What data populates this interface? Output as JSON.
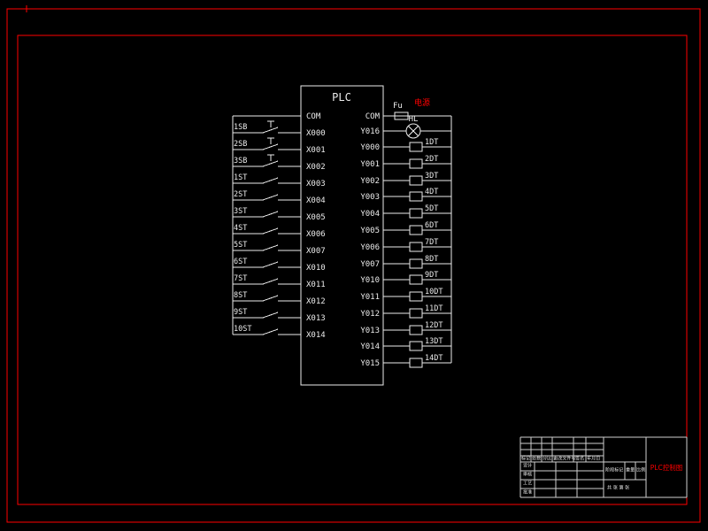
{
  "colors": {
    "background": "#000000",
    "line": "#ebebeb",
    "frame_red": "#ff0000",
    "text_red": "#ff0000",
    "title_block_line": "#cfcfcf"
  },
  "plc": {
    "label": "PLC",
    "left_com": "COM",
    "right_com": "COM",
    "input_pins": [
      "X000",
      "X001",
      "X002",
      "X003",
      "X004",
      "X005",
      "X006",
      "X007",
      "X010",
      "X011",
      "X012",
      "X013",
      "X014"
    ],
    "output_pins": [
      "Y016",
      "Y000",
      "Y001",
      "Y002",
      "Y003",
      "Y004",
      "Y005",
      "Y006",
      "Y007",
      "Y010",
      "Y011",
      "Y012",
      "Y013",
      "Y014",
      "Y015"
    ]
  },
  "inputs": {
    "devices": [
      {
        "label": "1SB",
        "type": "button"
      },
      {
        "label": "2SB",
        "type": "button"
      },
      {
        "label": "3SB",
        "type": "button"
      },
      {
        "label": "1ST",
        "type": "switch"
      },
      {
        "label": "2ST",
        "type": "switch"
      },
      {
        "label": "3ST",
        "type": "switch"
      },
      {
        "label": "4ST",
        "type": "switch"
      },
      {
        "label": "5ST",
        "type": "switch"
      },
      {
        "label": "6ST",
        "type": "switch"
      },
      {
        "label": "7ST",
        "type": "switch"
      },
      {
        "label": "8ST",
        "type": "switch"
      },
      {
        "label": "9ST",
        "type": "switch"
      },
      {
        "label": "10ST",
        "type": "switch"
      }
    ]
  },
  "outputs": {
    "fuse_label": "Fu",
    "power_label": "电源",
    "lamp_label": "HL",
    "devices": [
      "1DT",
      "2DT",
      "3DT",
      "4DT",
      "5DT",
      "6DT",
      "7DT",
      "8DT",
      "9DT",
      "10DT",
      "11DT",
      "12DT",
      "13DT",
      "14DT"
    ]
  },
  "title_block": {
    "title": "PLC控制图",
    "rev_headers": [
      "标记",
      "处数",
      "分区",
      "更改文件号",
      "签名",
      "年月日"
    ],
    "sig_labels": [
      "设计",
      "审核",
      "工艺",
      "批准"
    ],
    "stage_label": "阶段标记",
    "weight_label": "重量",
    "scale_label": "比例",
    "sheet_label": "共 张 第 张"
  }
}
